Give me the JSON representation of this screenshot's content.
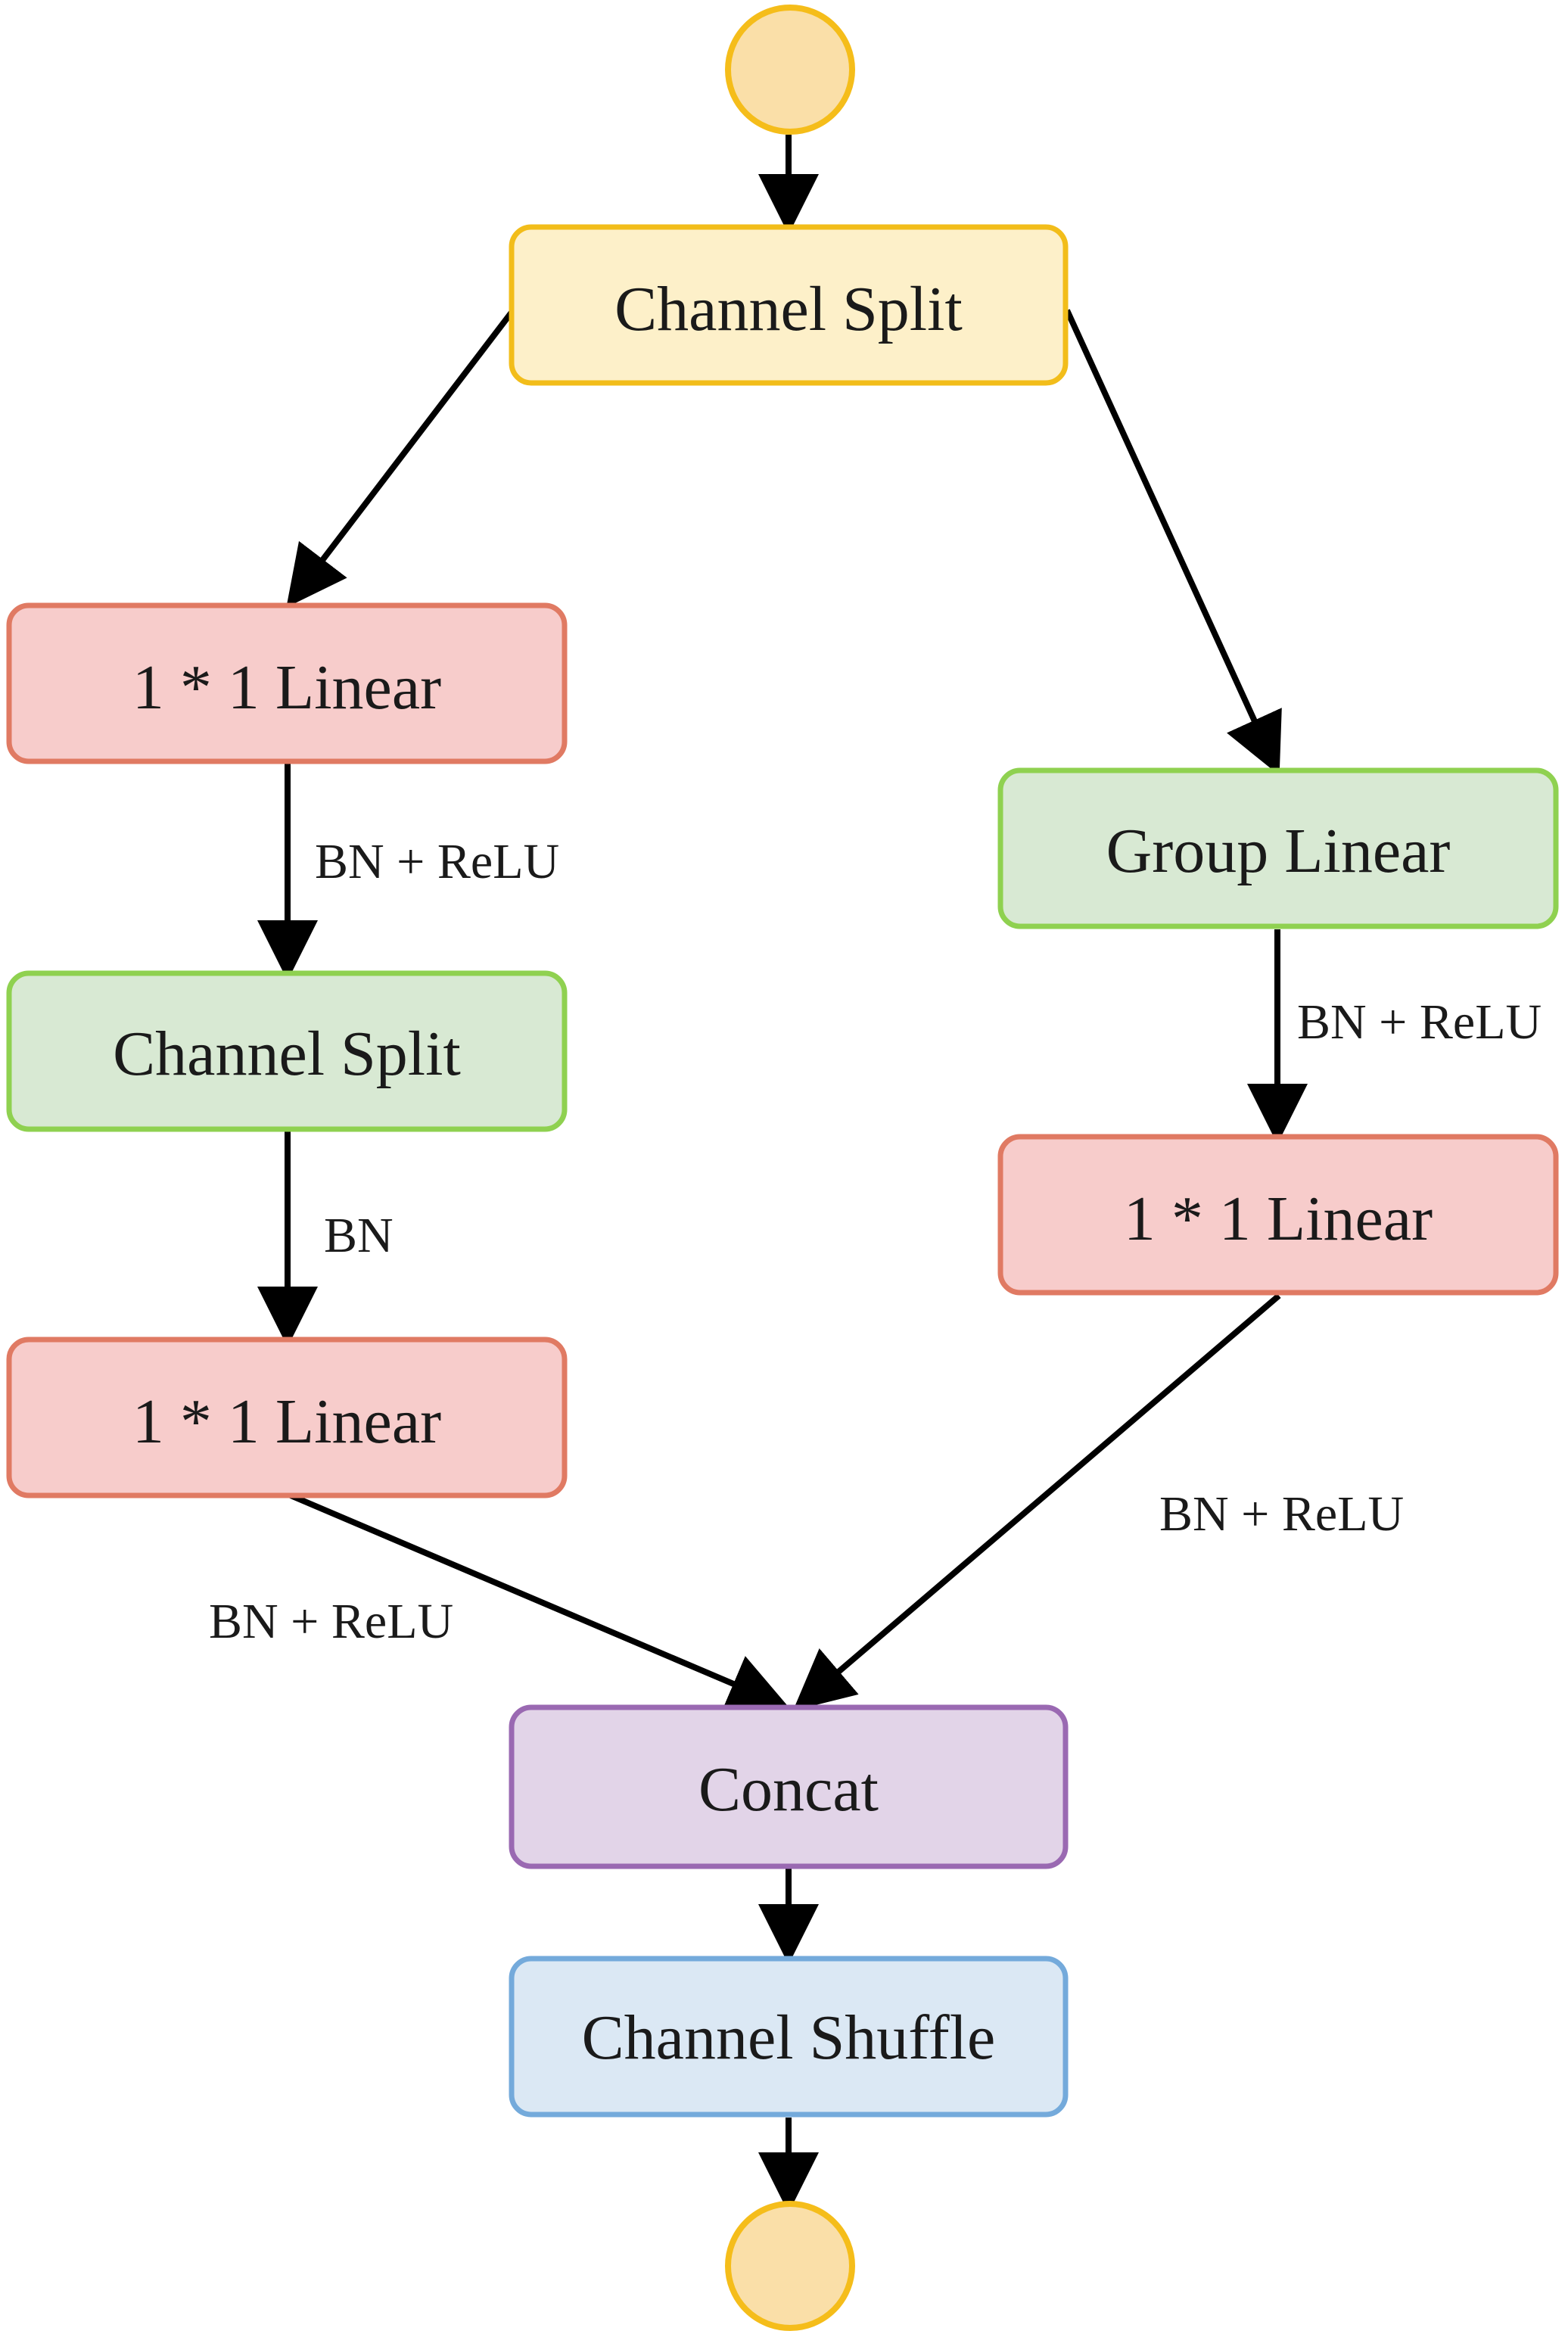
{
  "colors": {
    "yellow_fill": "#fdf0c9",
    "yellow_stroke": "#f2bd1a",
    "circle_fill": "#fadfa8",
    "circle_stroke": "#f5bd1a",
    "red_fill": "#f7cccb",
    "red_stroke": "#e07a63",
    "green_fill": "#d8e9d3",
    "green_stroke": "#8fd150",
    "purple_fill": "#e2d4e8",
    "purple_stroke": "#9a69b2",
    "blue_fill": "#dbe8f4",
    "blue_stroke": "#74aadb"
  },
  "nodes": {
    "top_split": "Channel Split",
    "left_linear_1": "1 * 1 Linear",
    "left_split": "Channel Split",
    "left_linear_2": "1 * 1 Linear",
    "right_group_linear": "Group Linear",
    "right_linear": "1 * 1 Linear",
    "concat": "Concat",
    "shuffle": "Channel Shuffle"
  },
  "edge_labels": {
    "left_1": "BN + ReLU",
    "left_2": "BN",
    "left_3": "BN + ReLU",
    "right_1": "BN + ReLU",
    "right_2": "BN + ReLU"
  }
}
